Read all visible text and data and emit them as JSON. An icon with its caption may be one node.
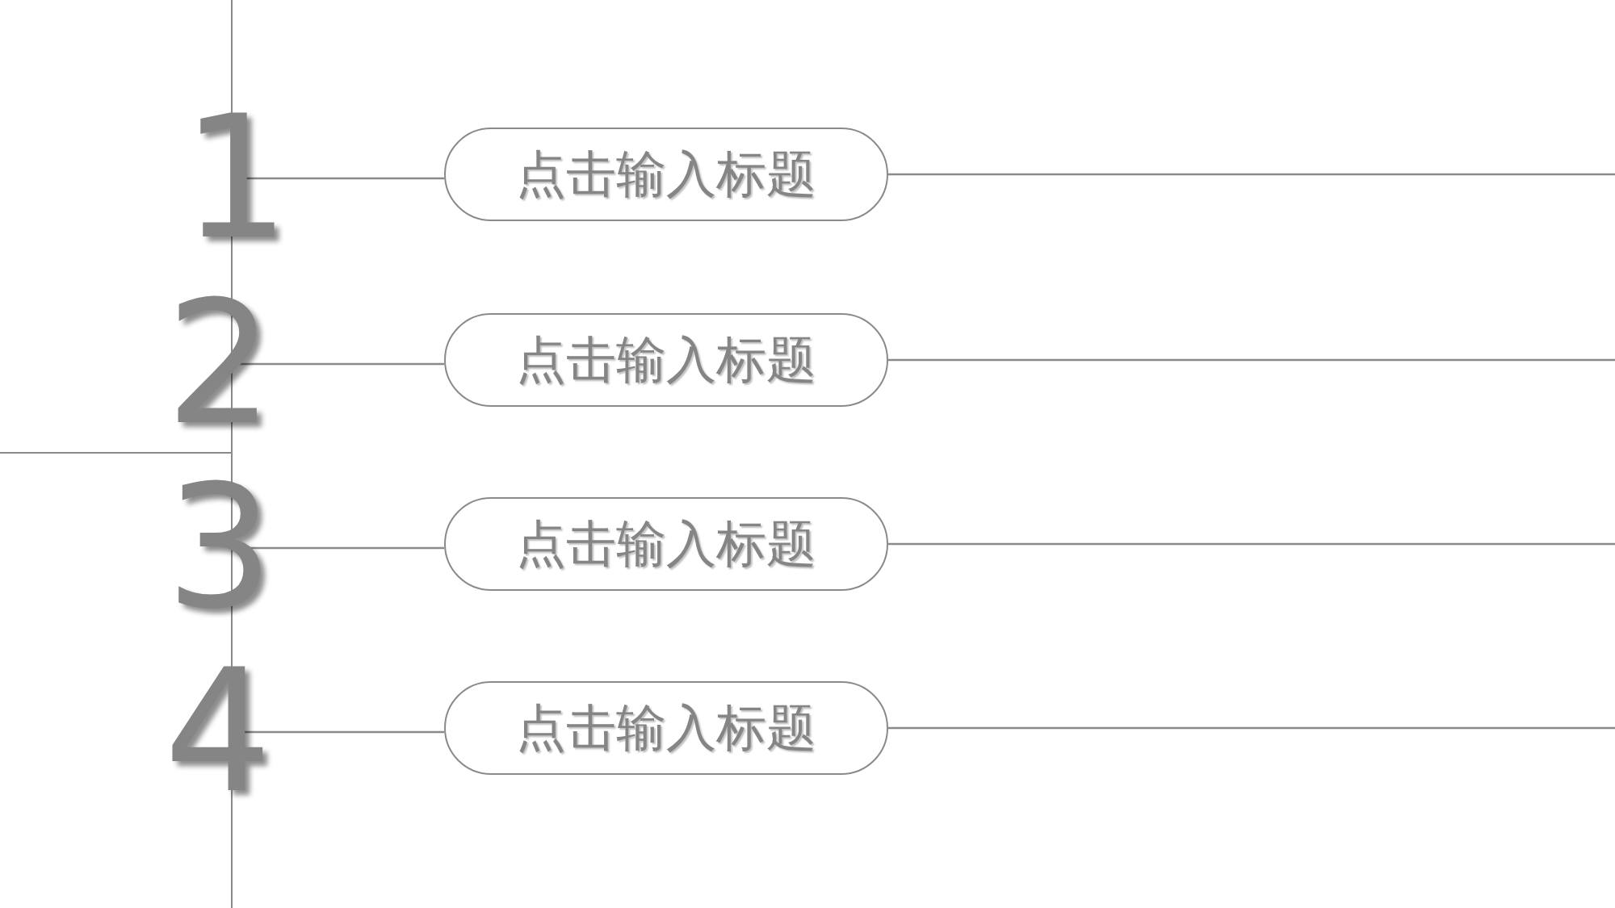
{
  "diagram": {
    "nodes": [
      {
        "text": [
          "1"
        ]
      },
      {
        "text": [
          "点击输入标题"
        ]
      },
      {
        "text": [
          "2"
        ]
      },
      {
        "text": [
          "点击输入标题"
        ]
      },
      {
        "text": [
          "3"
        ]
      },
      {
        "text": [
          "点击输入标题"
        ]
      },
      {
        "text": [
          "4"
        ]
      },
      {
        "text": [
          "点击输入标题"
        ]
      }
    ],
    "edges": [
      {
        "from": 0,
        "to": 1,
        "arrow": "none"
      },
      {
        "from": 1,
        "to": null,
        "arrow": "none"
      },
      {
        "from": 2,
        "to": 3,
        "arrow": "none"
      },
      {
        "from": 3,
        "to": null,
        "arrow": "none"
      },
      {
        "from": 4,
        "to": 5,
        "arrow": "none"
      },
      {
        "from": 5,
        "to": null,
        "arrow": "none"
      },
      {
        "from": 6,
        "to": 7,
        "arrow": "none"
      },
      {
        "from": 7,
        "to": null,
        "arrow": "none"
      }
    ]
  }
}
